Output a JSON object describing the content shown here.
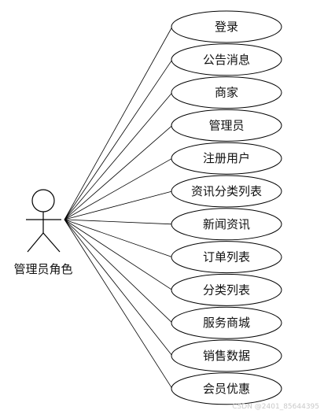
{
  "actor": {
    "label": "管理员角色"
  },
  "use_cases": [
    "登录",
    "公告消息",
    "商家",
    "管理员",
    "注册用户",
    "资讯分类列表",
    "新闻资讯",
    "订单列表",
    "分类列表",
    "服务商城",
    "销售数据",
    "会员优惠"
  ],
  "watermark": "CSDN @2401_85644395"
}
